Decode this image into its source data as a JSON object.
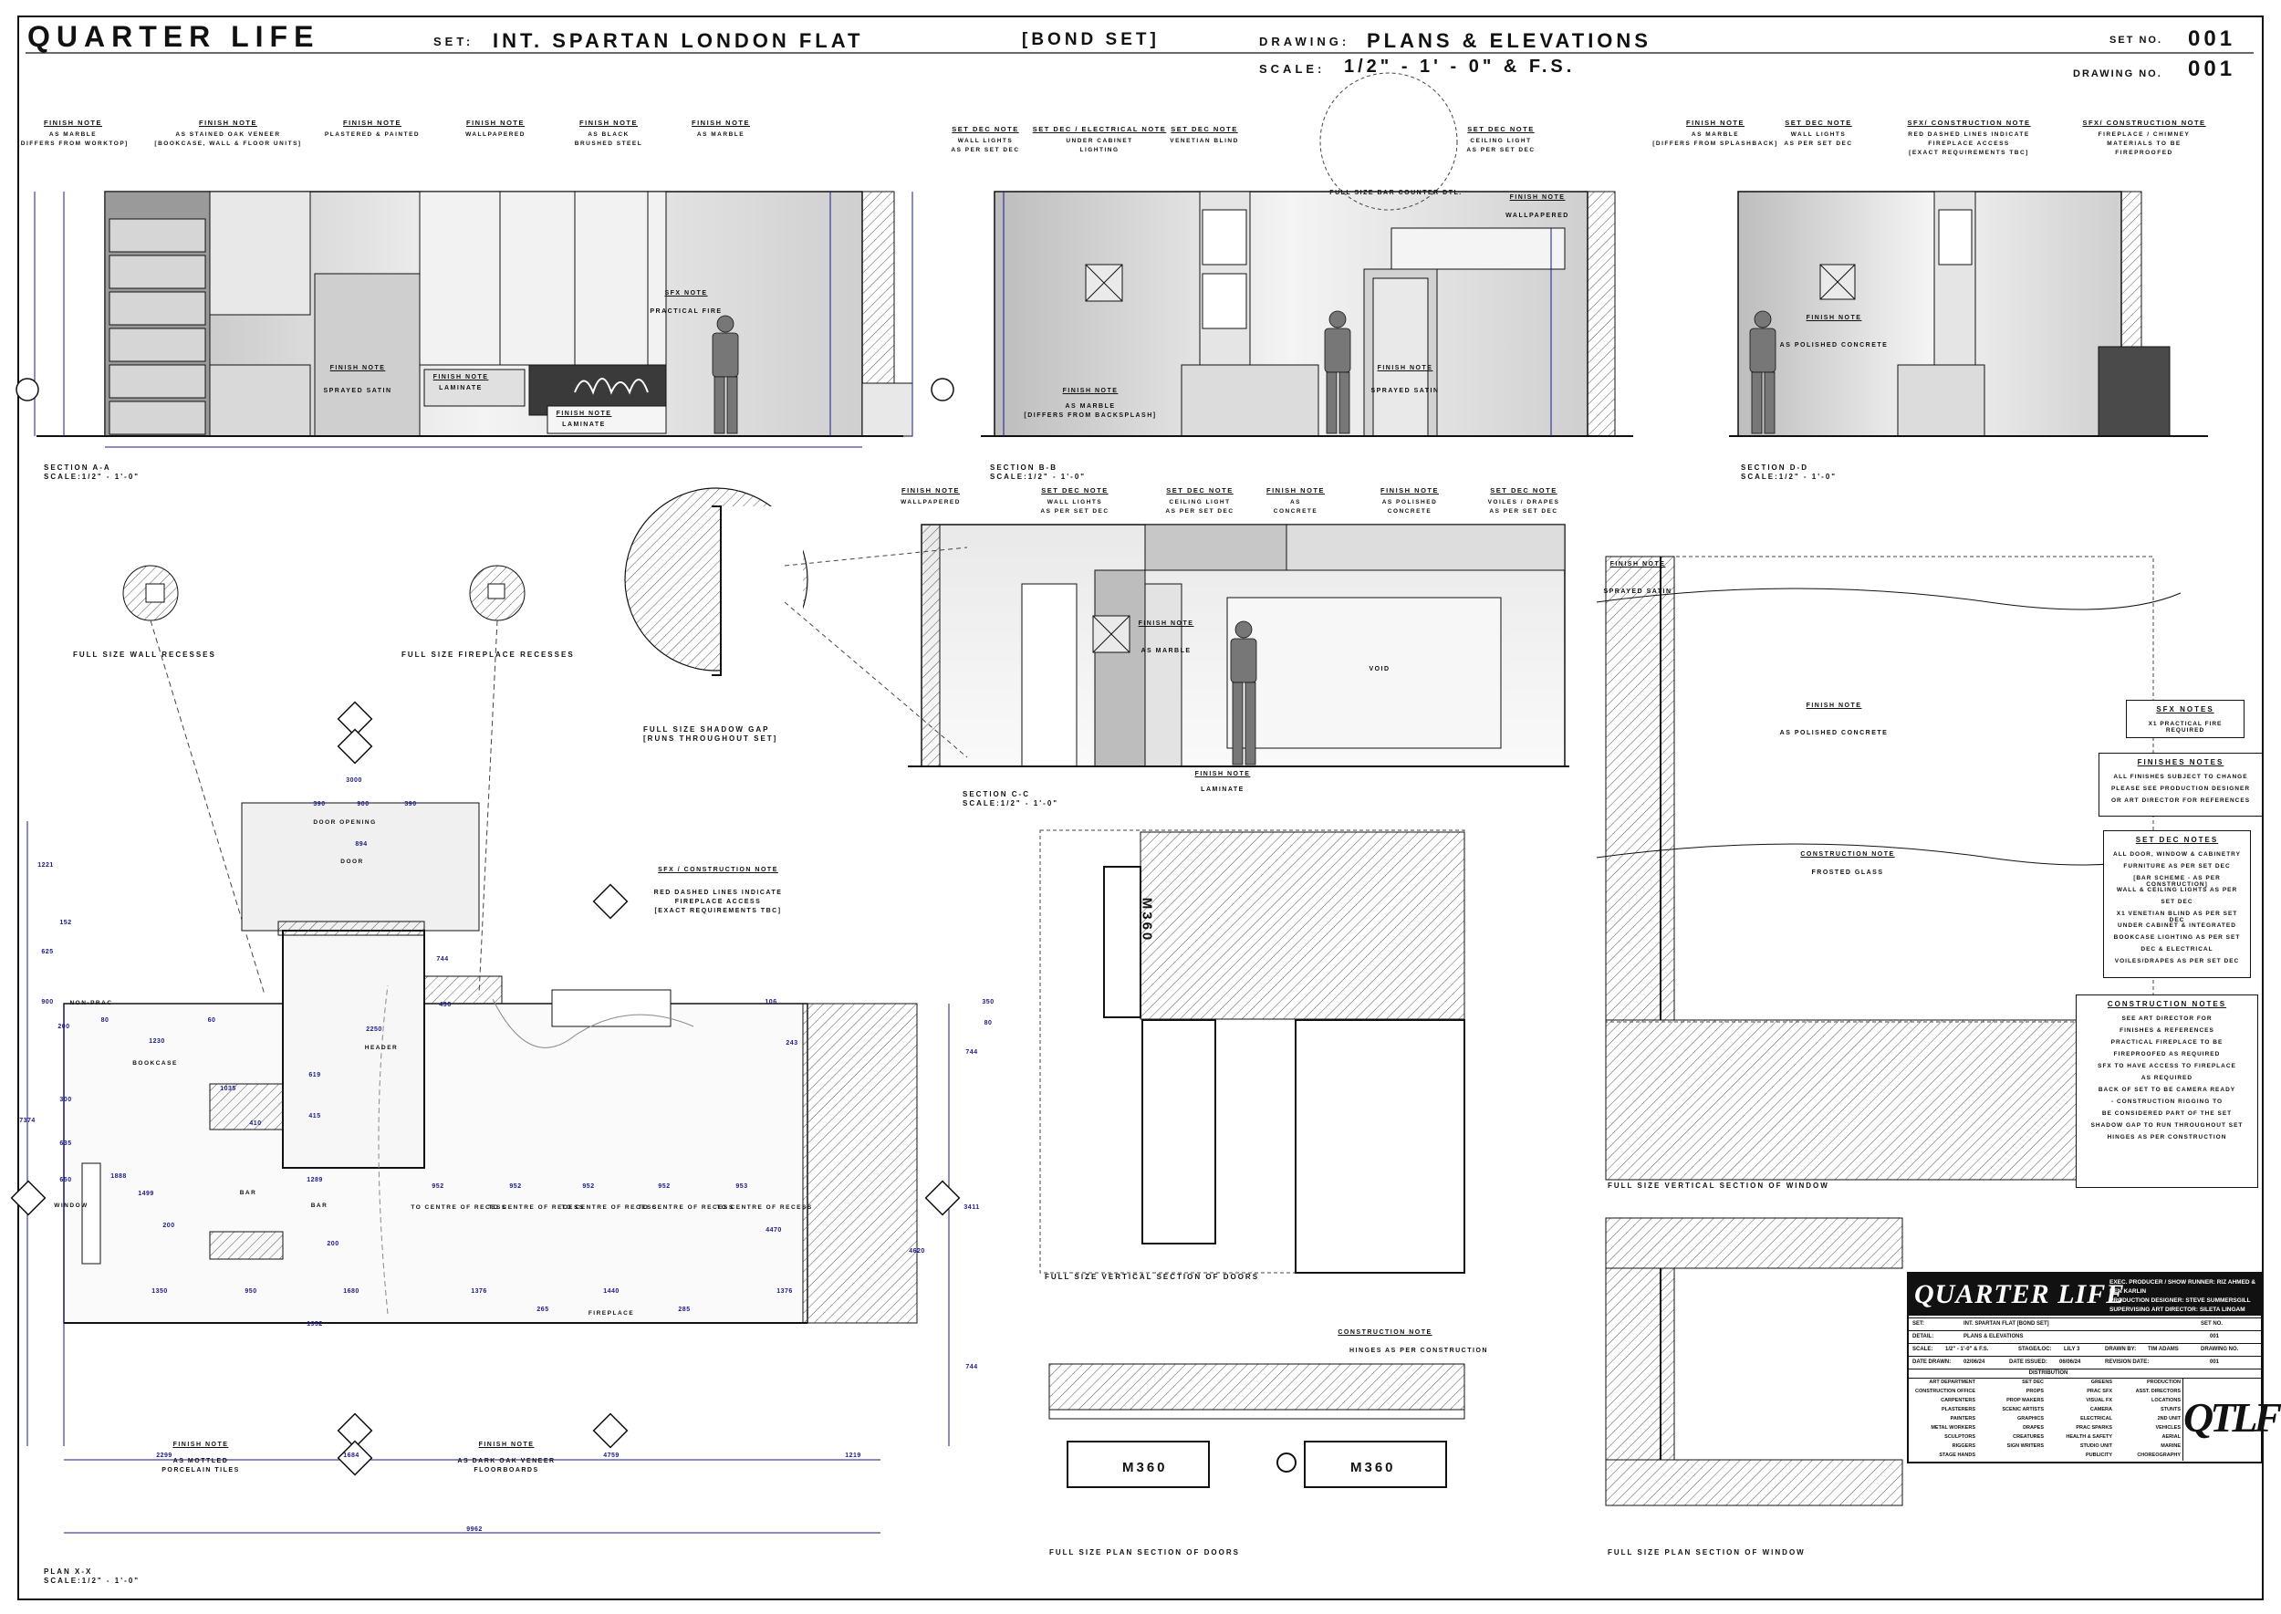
{
  "header": {
    "title": "QUARTER LIFE",
    "set_label": "SET:",
    "set_value": "INT. SPARTAN LONDON FLAT",
    "set_bracket": "[BOND SET]",
    "drawing_label": "DRAWING:",
    "drawing_value": "PLANS & ELEVATIONS",
    "scale_label": "SCALE:",
    "scale_value": "1/2\" - 1' - 0\" & F.S.",
    "set_no_label": "SET NO.",
    "set_no_value": "001",
    "drawing_no_label": "DRAWING NO.",
    "drawing_no_value": "001"
  },
  "section_titles": {
    "a_a": "SECTION A-A",
    "a_a_scale": "SCALE:1/2\" - 1'-0\"",
    "b_b": "SECTION B-B",
    "b_b_scale": "SCALE:1/2\" - 1'-0\"",
    "d_d": "SECTION D-D",
    "d_d_scale": "SCALE:1/2\" - 1'-0\"",
    "c_c": "SECTION C-C",
    "c_c_scale": "SCALE:1/2\" - 1'-0\"",
    "plan": "PLAN X-X",
    "plan_scale": "SCALE:1/2\" - 1'-0\"",
    "fs_wall_recesses": "FULL SIZE WALL RECESSES",
    "fs_fireplace_recesses": "FULL SIZE FIREPLACE RECESSES",
    "fs_shadow_gap": "FULL SIZE SHADOW GAP",
    "fs_shadow_gap_sub": "[RUNS THROUGHOUT SET]",
    "fs_vertical_doors": "FULL SIZE VERTICAL SECTION OF DOORS",
    "fs_plan_doors": "FULL SIZE PLAN SECTION OF DOORS",
    "fs_vertical_window": "FULL SIZE VERTICAL SECTION OF WINDOW",
    "fs_plan_window": "FULL SIZE PLAN SECTION OF WINDOW"
  },
  "notes_a": [
    {
      "title": "FINISH NOTE",
      "lines": [
        "AS MARBLE",
        "[DIFFERS FROM WORKTOP]"
      ]
    },
    {
      "title": "FINISH NOTE",
      "lines": [
        "AS STAINED OAK VENEER",
        "[BOOKCASE, WALL & FLOOR UNITS]"
      ]
    },
    {
      "title": "FINISH NOTE",
      "lines": [
        "PLASTERED & PAINTED"
      ]
    },
    {
      "title": "FINISH NOTE",
      "lines": [
        "WALLPAPERED"
      ]
    },
    {
      "title": "FINISH NOTE",
      "lines": [
        "AS BLACK",
        "BRUSHED STEEL"
      ]
    },
    {
      "title": "FINISH NOTE",
      "lines": [
        "AS MARBLE"
      ]
    }
  ],
  "notes_b": [
    {
      "title": "SET DEC NOTE",
      "lines": [
        "WALL LIGHTS",
        "AS PER SET DEC"
      ]
    },
    {
      "title": "SET DEC / ELECTRICAL NOTE",
      "lines": [
        "UNDER CABINET",
        "LIGHTING"
      ]
    },
    {
      "title": "SET DEC NOTE",
      "lines": [
        "VENETIAN BLIND"
      ]
    },
    {
      "title": "SET DEC NOTE",
      "lines": [
        "CEILING LIGHT",
        "AS PER SET DEC"
      ]
    }
  ],
  "notes_d": [
    {
      "title": "FINISH NOTE",
      "lines": [
        "AS MARBLE",
        "[DIFFERS FROM SPLASHBACK]"
      ]
    },
    {
      "title": "SET DEC NOTE",
      "lines": [
        "WALL LIGHTS",
        "AS PER SET DEC"
      ]
    },
    {
      "title": "SFX/ CONSTRUCTION NOTE",
      "lines": [
        "RED DASHED LINES INDICATE",
        "FIREPLACE ACCESS",
        "[EXACT REQUIREMENTS TBC]"
      ]
    },
    {
      "title": "SFX/ CONSTRUCTION NOTE",
      "lines": [
        "FIREPLACE / CHIMNEY",
        "MATERIALS TO BE",
        "FIREPROOFED"
      ]
    }
  ],
  "notes_c": [
    {
      "title": "FINISH NOTE",
      "lines": [
        "WALLPAPERED"
      ]
    },
    {
      "title": "SET DEC NOTE",
      "lines": [
        "WALL LIGHTS",
        "AS PER SET DEC"
      ]
    },
    {
      "title": "SET DEC NOTE",
      "lines": [
        "CEILING LIGHT",
        "AS PER SET DEC"
      ]
    },
    {
      "title": "FINISH NOTE",
      "lines": [
        "AS",
        "CONCRETE"
      ]
    },
    {
      "title": "FINISH NOTE",
      "lines": [
        "AS POLISHED",
        "CONCRETE"
      ]
    },
    {
      "title": "SET DEC NOTE",
      "lines": [
        "VOILES / DRAPES",
        "AS PER SET DEC"
      ]
    }
  ],
  "inline_notes": {
    "sprayed_satin_title": "FINISH NOTE",
    "sprayed_satin": "SPRAYED SATIN",
    "laminate_title": "FINISH NOTE",
    "laminate": "LAMINATE",
    "sfx_title": "SFX NOTE",
    "sfx_text": "PRACTICAL FIRE",
    "b_marble_title": "FINISH NOTE",
    "b_marble": "AS MARBLE",
    "b_marble_sub": "[DIFFERS FROM BACKSPLASH]",
    "b_wallpapered_title": "FINISH NOTE",
    "b_wallpapered": "WALLPAPERED",
    "b_counter": "FULL SIZE BAR COUNTER DTL.",
    "d_concrete_title": "FINISH NOTE",
    "d_concrete": "AS POLISHED CONCRETE",
    "c_marble_title": "FINISH NOTE",
    "c_marble": "AS MARBLE",
    "c_laminate_title": "FINISH NOTE",
    "c_laminate": "LAMINATE",
    "void": "VOID",
    "plan_sfx_title": "SFX / CONSTRUCTION NOTE",
    "plan_sfx_1": "RED DASHED LINES INDICATE",
    "plan_sfx_2": "FIREPLACE ACCESS",
    "plan_sfx_3": "[EXACT REQUIREMENTS TBC]",
    "plan_tiles_title": "FINISH NOTE",
    "plan_tiles_1": "AS MOTTLED",
    "plan_tiles_2": "PORCELAIN TILES",
    "plan_floor_title": "FINISH NOTE",
    "plan_floor_1": "AS DARK OAK VENEER",
    "plan_floor_2": "FLOORBOARDS",
    "window_finish_title": "FINISH NOTE",
    "window_finish": "SPRAYED SATIN",
    "window_concrete_title": "FINISH NOTE",
    "window_concrete": "AS POLISHED CONCRETE",
    "window_construction_title": "CONSTRUCTION NOTE",
    "window_construction": "FROSTED GLASS",
    "doors_construction_title": "CONSTRUCTION NOTE",
    "doors_construction": "HINGES AS PER CONSTRUCTION",
    "m360": "M360"
  },
  "plan_labels": {
    "bookcase": "BOOKCASE",
    "bar": "BAR",
    "bar2": "BAR",
    "window": "WINDOW",
    "door": "DOOR",
    "door_opening": "DOOR OPENING",
    "header": "HEADER",
    "fireplace": "FIREPLACE",
    "non_prac": "NON-PRAC",
    "recess": "TO CENTRE OF RECESS"
  },
  "plan_dims": [
    "3000",
    "390",
    "900",
    "390",
    "894",
    "1221",
    "152",
    "625",
    "900",
    "200",
    "80",
    "1230",
    "60",
    "300",
    "1035",
    "410",
    "635",
    "650",
    "1888",
    "1499",
    "200",
    "1350",
    "950",
    "1680",
    "1376",
    "1440",
    "1376",
    "2299",
    "1684",
    "4759",
    "1219",
    "9962",
    "7374",
    "2250",
    "744",
    "436",
    "619",
    "415",
    "1289",
    "200",
    "1952",
    "952",
    "952",
    "952",
    "952",
    "953",
    "265",
    "285",
    "4470",
    "4620",
    "3411",
    "744",
    "350",
    "106",
    "243",
    "80",
    "744"
  ],
  "sidebar_notes": [
    {
      "title": "SFX NOTES",
      "lines": [
        "X1 PRACTICAL FIRE REQUIRED"
      ]
    },
    {
      "title": "FINISHES NOTES",
      "lines": [
        "ALL FINISHES SUBJECT TO CHANGE",
        "PLEASE SEE PRODUCTION DESIGNER",
        "OR ART DIRECTOR FOR REFERENCES"
      ]
    },
    {
      "title": "SET DEC NOTES",
      "lines": [
        "ALL DOOR, WINDOW & CABINETRY",
        "FURNITURE AS PER SET DEC",
        "[BAR SCHEME - AS PER CONSTRUCTION]",
        "WALL & CEILING LIGHTS AS PER",
        "SET DEC",
        "X1 VENETIAN BLIND AS PER SET DEC",
        "UNDER CABINET & INTEGRATED",
        "BOOKCASE LIGHTING AS PER SET",
        "DEC & ELECTRICAL",
        "VOILES/DRAPES AS PER SET DEC"
      ]
    },
    {
      "title": "CONSTRUCTION NOTES",
      "lines": [
        "SEE ART DIRECTOR FOR",
        "FINISHES & REFERENCES",
        "PRACTICAL FIREPLACE TO BE",
        "FIREPROOFED AS REQUIRED",
        "SFX TO HAVE ACCESS TO FIREPLACE",
        "AS REQUIRED",
        "BACK OF SET TO BE CAMERA READY",
        "- CONSTRUCTION RIGGING TO",
        "BE CONSIDERED PART OF THE SET",
        "SHADOW GAP TO RUN THROUGHOUT SET",
        "HINGES AS PER CONSTRUCTION"
      ]
    }
  ],
  "title_block": {
    "logo": "QUARTER LIFE",
    "credits": [
      "EXEC. PRODUCER / SHOW RUNNER: RIZ AHMED & BEN KARLIN",
      "PRODUCTION DESIGNER: STEVE SUMMERSGILL",
      "SUPERVISING ART DIRECTOR: SILETA LINGAM"
    ],
    "set_label": "SET:",
    "set_value": "INT. SPARTAN FLAT [BOND SET]",
    "detail_label": "DETAIL:",
    "detail_value": "PLANS & ELEVATIONS",
    "set_no_label": "SET NO.",
    "set_no_value": "001",
    "scale_label": "SCALE:",
    "scale_value": "1/2\" - 1'-0\" & F.S.",
    "stage_label": "STAGE/LOC:",
    "stage_value": "LILY 3",
    "drawn_label": "DRAWN BY:",
    "drawn_value": "TIM ADAMS",
    "drawing_no_label": "DRAWING NO.",
    "drawing_no_value": "001",
    "date_drawn_label": "DATE DRAWN:",
    "date_drawn_value": "02/06/24",
    "date_issued_label": "DATE ISSUED:",
    "date_issued_value": "06/06/24",
    "revision_label": "REVISION DATE:",
    "revision_value": "",
    "distribution": "DISTRIBUTION",
    "dist_cols": [
      [
        "ART DEPARTMENT",
        "CONSTRUCTION OFFICE",
        "CARPENTERS",
        "PLASTERERS",
        "PAINTERS",
        "METAL WORKERS",
        "SCULPTORS",
        "RIGGERS",
        "STAGE HANDS"
      ],
      [
        "SET DEC",
        "PROPS",
        "PROP MAKERS",
        "SCENIC ARTISTS",
        "GRAPHICS",
        "DRAPES",
        "CREATURES",
        "SIGN WRITERS"
      ],
      [
        "GREENS",
        "PRAC SFX",
        "VISUAL FX",
        "CAMERA",
        "ELECTRICAL",
        "PRAC SPARKS",
        "HEALTH & SAFETY",
        "STUDIO UNIT",
        "PUBLICITY"
      ],
      [
        "PRODUCTION",
        "ASST. DIRECTORS",
        "LOCATIONS",
        "STUNTS",
        "2ND UNIT",
        "VEHICLES",
        "AERIAL",
        "MARINE",
        "CHOREOGRAPHY"
      ]
    ],
    "monogram": "QTLF"
  }
}
